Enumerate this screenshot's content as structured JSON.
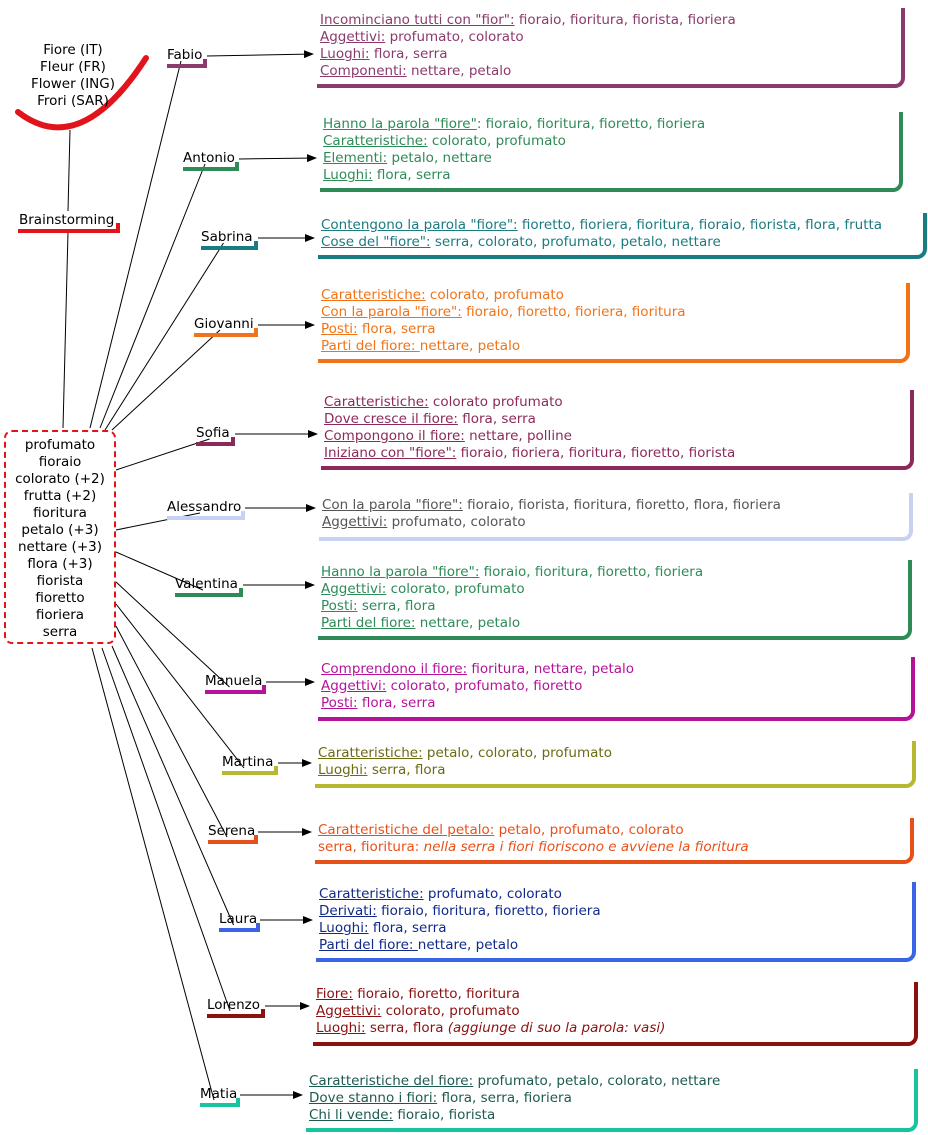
{
  "languages": [
    "Fiore (IT)",
    "Fleur (FR)",
    "Flower (ING)",
    "Frori (SAR)"
  ],
  "brainstorming_label": "Brainstorming",
  "words": [
    "profumato",
    "fioraio",
    "colorato (+2)",
    "frutta (+2)",
    "fioritura",
    "petalo (+3)",
    "nettare (+3)",
    "flora (+3)",
    "fiorista",
    "fioretto",
    "fioriera",
    "serra"
  ],
  "colors": {
    "accent_red": "#e0141a"
  },
  "people": [
    {
      "name": "Fabio",
      "color": "#8b3a6e",
      "rows": [
        {
          "k": "Incominciano tutti con \"fior\":",
          "v": " fioraio, fioritura, fiorista, fioriera"
        },
        {
          "k": "Aggettivi:",
          "v": " profumato, colorato"
        },
        {
          "k": "Luoghi:",
          "v": " flora, serra"
        },
        {
          "k": "Componenti:",
          "v": " nettare, petalo"
        }
      ]
    },
    {
      "name": "Antonio",
      "color": "#2e8b57",
      "rows": [
        {
          "k": "Hanno la parola \"fiore\"",
          "v": ": fioraio, fioritura, fioretto, fioriera"
        },
        {
          "k": "Caratteristiche:",
          "v": " colorato, profumato"
        },
        {
          "k": "Elementi:",
          "v": " petalo, nettare"
        },
        {
          "k": "Luoghi:",
          "v": " flora, serra"
        }
      ]
    },
    {
      "name": "Sabrina",
      "color": "#1a7b80",
      "rows": [
        {
          "k": "Contengono la parola \"fiore\":",
          "v": " fioretto, fioriera, fioritura, fioraio, fiorista, flora, frutta"
        },
        {
          "k": "Cose del \"fiore\":",
          "v": " serra, colorato, profumato, petalo, nettare"
        }
      ]
    },
    {
      "name": "Giovanni",
      "color": "#f07318",
      "rows": [
        {
          "k": "Caratteristiche:",
          "v": " colorato, profumato"
        },
        {
          "k": "Con la parola \"fiore\":",
          "v": " fioraio, fioretto, fioriera, fioritura"
        },
        {
          "k": "Posti:",
          "v": " flora, serra"
        },
        {
          "k": "Parti del fiore: ",
          "v": " nettare, petalo"
        }
      ]
    },
    {
      "name": "Sofia",
      "color": "#8b2a5a",
      "rows": [
        {
          "k": "Caratteristiche:",
          "v": " colorato profumato"
        },
        {
          "k": "Dove cresce il fiore:",
          "v": " flora, serra"
        },
        {
          "k": "Compongono il fiore:",
          "v": " nettare, polline"
        },
        {
          "k": "Iniziano con \"fiore\":",
          "v": " fioraio, fioriera, fioritura, fioretto, fiorista"
        }
      ]
    },
    {
      "name": "Alessandro",
      "color": "#c8d0f4",
      "rows": [
        {
          "k": "Con la parola \"fiore\":",
          "v": " fioraio, fiorista, fioritura, fioretto, flora, fioriera"
        },
        {
          "k": "Aggettivi:",
          "v": " profumato, colorato"
        }
      ]
    },
    {
      "name": "Valentina",
      "color": "#2e8b57",
      "rows": [
        {
          "k": "Hanno la parola \"fiore\":",
          "v": " fioraio, fioritura, fioretto, fioriera"
        },
        {
          "k": "Aggettivi:",
          "v": " colorato, profumato"
        },
        {
          "k": "Posti:",
          "v": " serra, flora"
        },
        {
          "k": "Parti del fiore:",
          "v": " nettare, petalo"
        }
      ]
    },
    {
      "name": "Manuela",
      "color": "#b5129a",
      "rows": [
        {
          "k": "Comprendono il fiore:",
          "v": " fioritura, nettare, petalo"
        },
        {
          "k": "Aggettivi:",
          "v": " colorato, profumato, fioretto"
        },
        {
          "k": "Posti:",
          "v": " flora, serra"
        }
      ]
    },
    {
      "name": "Martina",
      "color": "#b8b830",
      "rows": [
        {
          "k": "Caratteristiche:",
          "v": " petalo, colorato, profumato"
        },
        {
          "k": "Luoghi:",
          "v": " serra, flora"
        }
      ]
    },
    {
      "name": "Serena",
      "color": "#e8501a",
      "rows": [
        {
          "k": "Caratteristiche del petalo:",
          "v": " petalo, profumato, colorato"
        },
        {
          "k": "",
          "v": "serra, fioritura: ",
          "i": "nella serra i fiori fioriscono e avviene la fioritura"
        }
      ]
    },
    {
      "name": "Laura",
      "color": "#3a64e8",
      "rows": [
        {
          "k": "Caratteristiche:",
          "v": " profumato, colorato"
        },
        {
          "k": "Derivati:",
          "v": " fioraio, fioritura, fioretto, fioriera"
        },
        {
          "k": "Luoghi:",
          "v": " flora, serra"
        },
        {
          "k": "Parti del fiore: ",
          "v": " nettare, petalo"
        }
      ]
    },
    {
      "name": "Lorenzo",
      "color": "#8b1010",
      "rows": [
        {
          "k": "Fiore:",
          "v": " fioraio, fioretto, fioritura"
        },
        {
          "k": "Aggettivi:",
          "v": " colorato, profumato"
        },
        {
          "k": "Luoghi:",
          "v": " serra, flora ",
          "i": "(aggiunge di suo la parola: vasi)"
        }
      ]
    },
    {
      "name": "Matia",
      "color": "#18c4a0",
      "rows": [
        {
          "k": "Caratteristiche del fiore:",
          "v": " profumato, petalo, colorato, nettare"
        },
        {
          "k": "Dove stanno i fiori:",
          "v": " flora, serra, fioriera"
        },
        {
          "k": "Chi li vende:",
          "v": " fioraio, fiorista"
        }
      ]
    }
  ]
}
